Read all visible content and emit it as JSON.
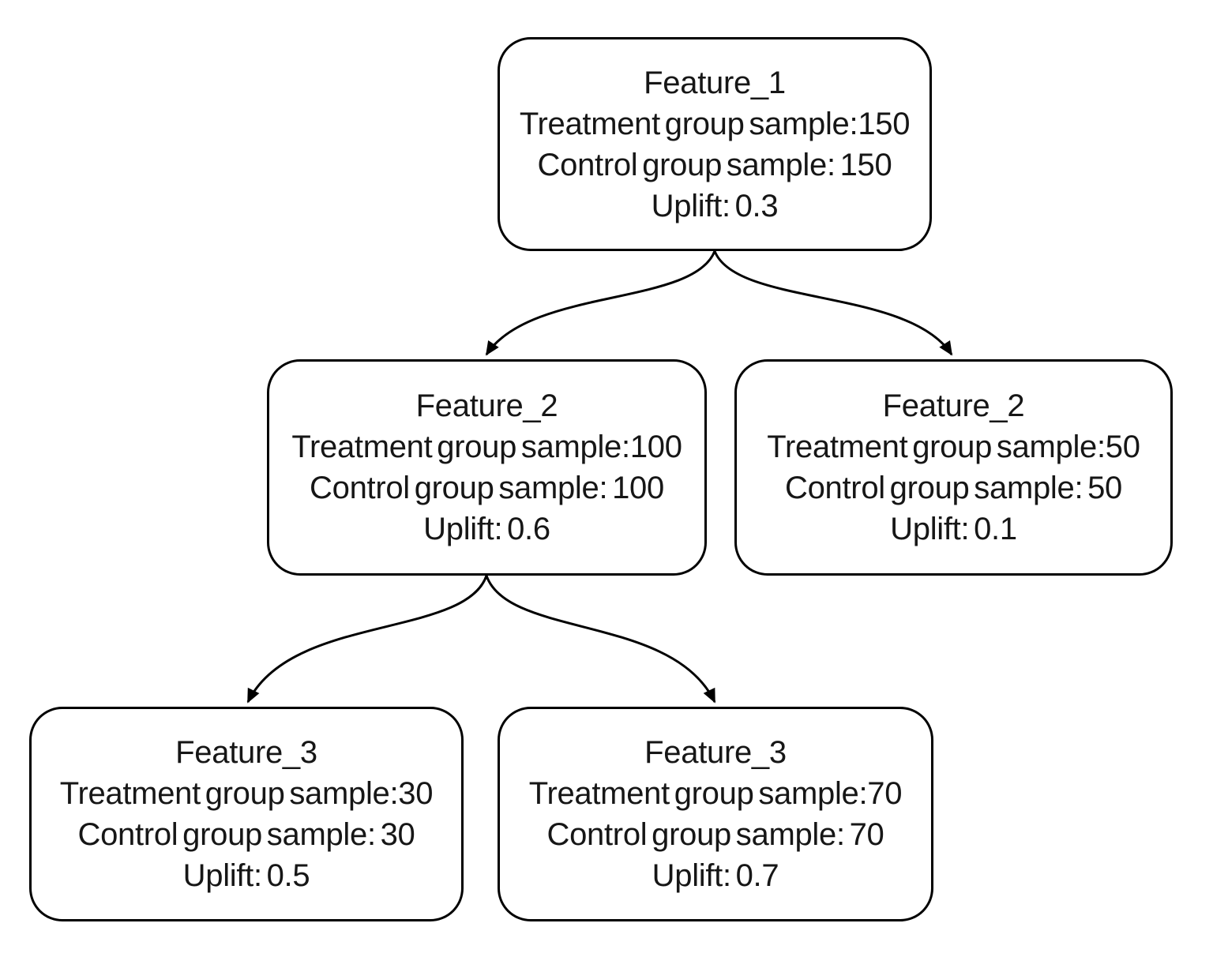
{
  "diagram": {
    "kind": "uplift-decision-tree",
    "colors": {
      "background": "#ffffff",
      "node_fill": "#ffffff",
      "node_border": "#000000",
      "edge": "#000000",
      "text": "#161616"
    },
    "nodes": {
      "root": {
        "name": "Feature_1",
        "treatment": "Treatment group sample:150",
        "control": "Control group sample: 150",
        "uplift": "Uplift: 0.3"
      },
      "left": {
        "name": "Feature_2",
        "treatment": "Treatment group sample:100",
        "control": "Control group sample: 100",
        "uplift": "Uplift: 0.6"
      },
      "right": {
        "name": "Feature_2",
        "treatment": "Treatment group sample:50",
        "control": "Control group sample: 50",
        "uplift": "Uplift: 0.1"
      },
      "left_left": {
        "name": "Feature_3",
        "treatment": "Treatment group sample:30",
        "control": "Control group sample: 30",
        "uplift": "Uplift: 0.5"
      },
      "left_right": {
        "name": "Feature_3",
        "treatment": "Treatment group sample:70",
        "control": "Control group sample: 70",
        "uplift": "Uplift: 0.7"
      }
    },
    "edges": [
      {
        "from": "root",
        "to": "left"
      },
      {
        "from": "root",
        "to": "right"
      },
      {
        "from": "left",
        "to": "left_left"
      },
      {
        "from": "left",
        "to": "left_right"
      }
    ]
  }
}
